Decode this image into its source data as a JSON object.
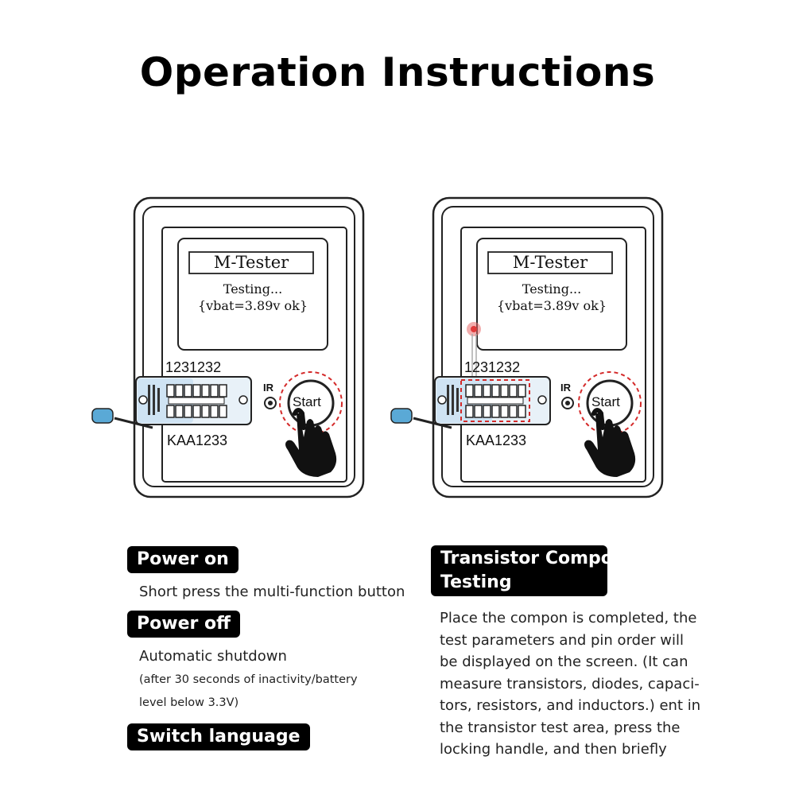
{
  "title": "Operation Instructions",
  "devices": [
    {
      "lcd_title": "M-Tester",
      "lcd_line1": "Testing...",
      "lcd_line2": "{vbat=3.89v ok}",
      "top_code": "1231232",
      "bottom_code": "KAA1233",
      "ir_label": "IR",
      "start_label": "Start"
    },
    {
      "lcd_title": "M-Tester",
      "lcd_line1": "Testing...",
      "lcd_line2": "{vbat=3.89v ok}",
      "top_code": "1231232",
      "bottom_code": "KAA1233",
      "ir_label": "IR",
      "start_label": "Start"
    }
  ],
  "left_column": {
    "power_on": {
      "heading": "Power on",
      "text": "Short press the multi-function button"
    },
    "power_off": {
      "heading": "Power off",
      "text": "Automatic shutdown",
      "note_line1": "(after 30 seconds of inactivity/battery",
      "note_line2": "level below 3.3V)"
    },
    "switch_language": {
      "heading": "Switch language"
    }
  },
  "right_column": {
    "heading_line1": "Transistor Compo",
    "heading_line2": "Testing",
    "paragraph": [
      "Place the compon is completed, the",
      "test parameters and pin order will",
      "be displayed on the screen. (It can",
      "measure transistors, diodes, capaci-",
      "tors, resistors, and inductors.) ent in",
      "the transistor test area, press the",
      "locking handle, and then briefly"
    ]
  },
  "colors": {
    "highlight_dashed": "#d42a2a",
    "handle_blue": "#5aa9d6",
    "socket_blue": "#cfe3f3",
    "badge_bg": "#000000"
  }
}
